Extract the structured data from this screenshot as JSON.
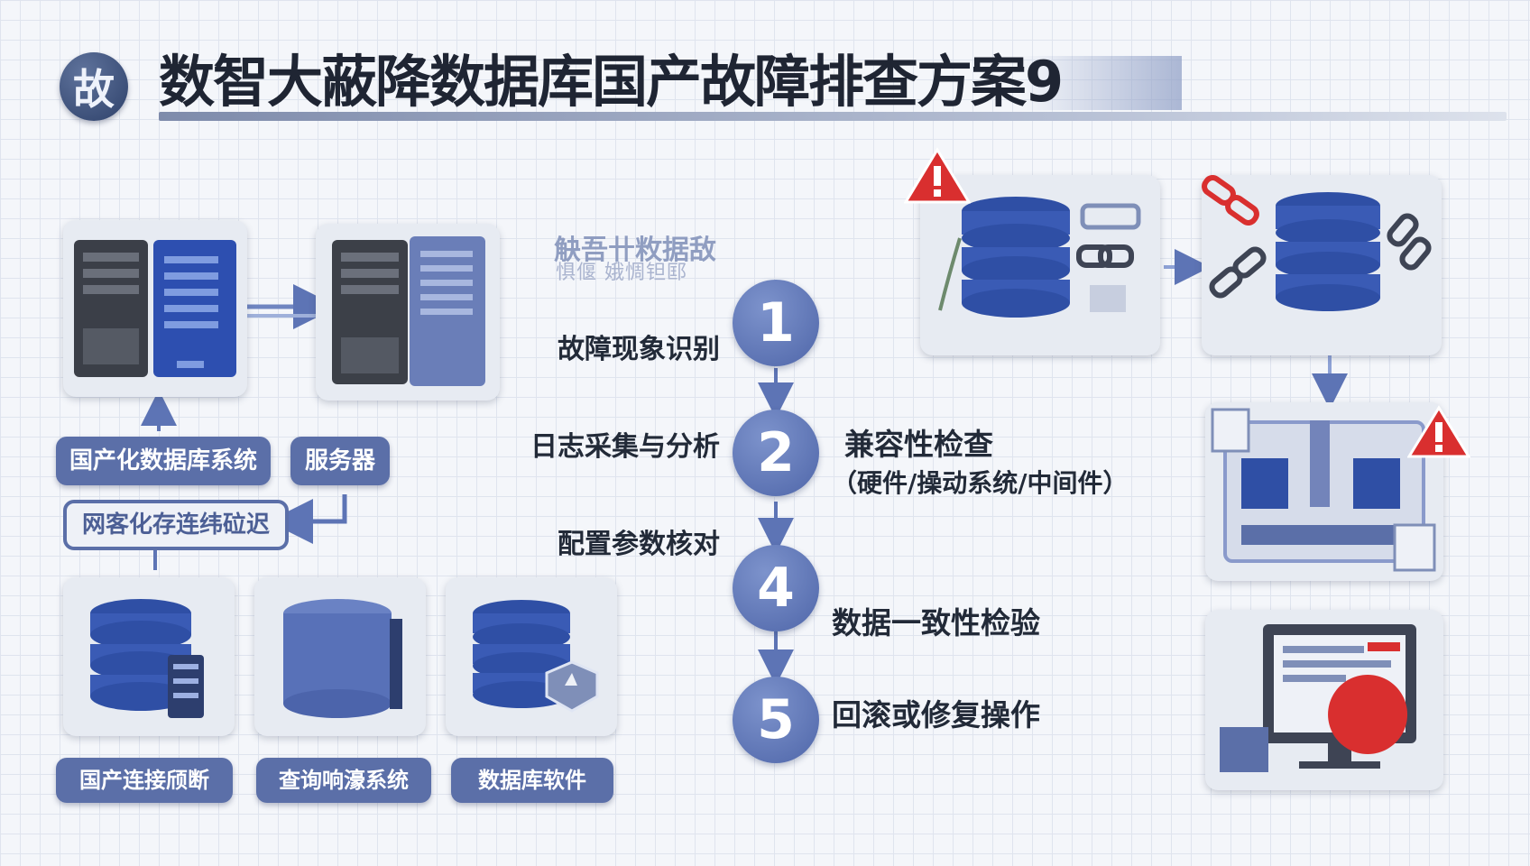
{
  "header": {
    "badge": "故",
    "title": "数智大蔽降数据库国产故障排查方案9"
  },
  "left": {
    "pills": {
      "domestic_db": "国产化数据库系统",
      "server": "服务器",
      "network": "网客化存连纬砬迟",
      "bottom_1": "国产连接颀断",
      "bottom_2": "查询响濠系统",
      "bottom_3": "数据库软件"
    }
  },
  "flow": {
    "header_blur": "觖吾卄敉据敌",
    "header_blur_sub": "惧偃 娥惆钽邼",
    "steps": [
      {
        "number": "1",
        "left_label": "故障现象识别"
      },
      {
        "number": "2",
        "left_label": "日志采集与分析",
        "right_title": "兼容性检查",
        "right_sub": "（硬件/操动系统/中间件）"
      },
      {
        "number": "4",
        "left_label": "配置参数核对",
        "right_title": "数据一致性检验"
      },
      {
        "number": "5",
        "right_title": "回滚或修复操作"
      }
    ]
  },
  "icons": {
    "warning_1": "warning-icon",
    "warning_2": "warning-icon",
    "broken_link": "broken-chain-icon"
  },
  "colors": {
    "accent": "#5b6fa8",
    "circle": "#5d74b5",
    "warning": "#d92f2f",
    "text": "#222a38"
  }
}
